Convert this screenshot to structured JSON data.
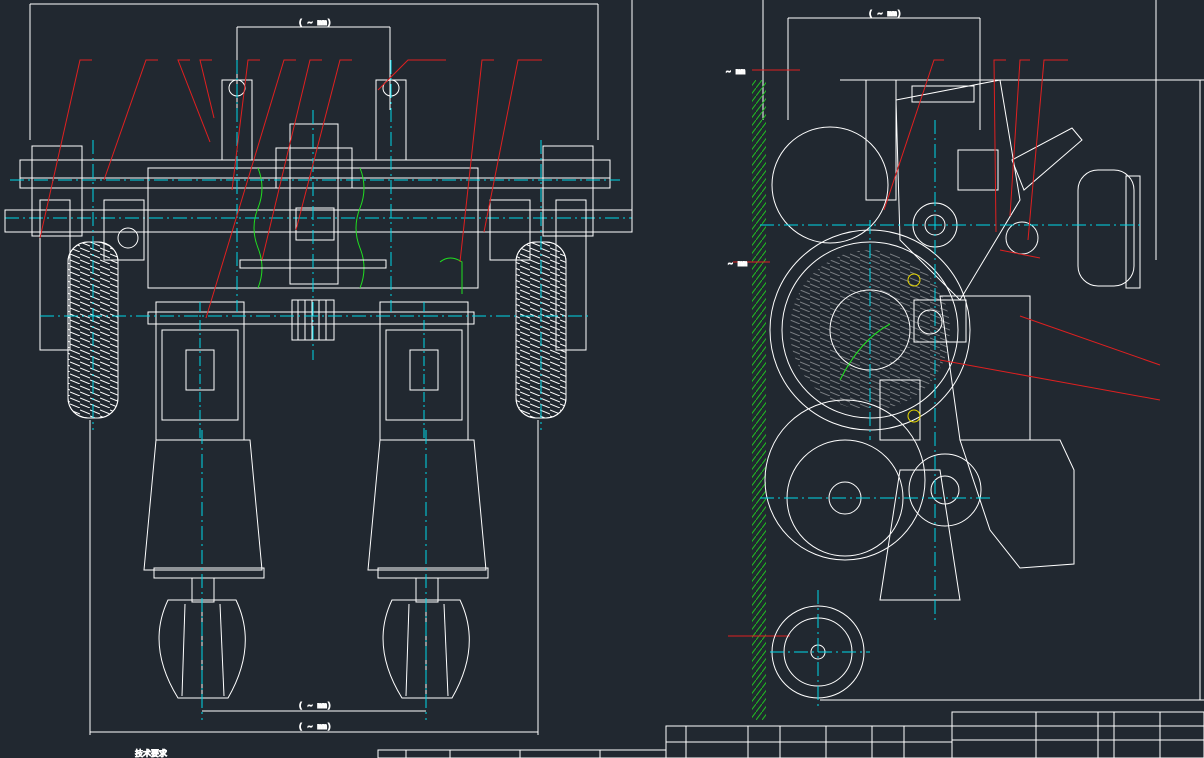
{
  "drawing": {
    "background": "#212830",
    "colors": {
      "outline": "#ffffff",
      "center_line": "#00d8e8",
      "leader_line": "#e02020",
      "dimension_text": "#20e020",
      "hatch": "#20c020",
      "highlight": "#e8d800"
    },
    "front_view": {
      "dim_top_wheel_track": "( ~ mm)",
      "dim_bottom_row_spacing": "( ~ mm)",
      "dim_bottom_overall_width": "( ~ mm)",
      "note_label": "技术要求"
    },
    "side_view": {
      "dim_top_length": "( ~ mm)",
      "dim_left_upper": "~ mm",
      "dim_left_middle": "~ mm"
    },
    "title_block": {
      "visible": true
    }
  }
}
